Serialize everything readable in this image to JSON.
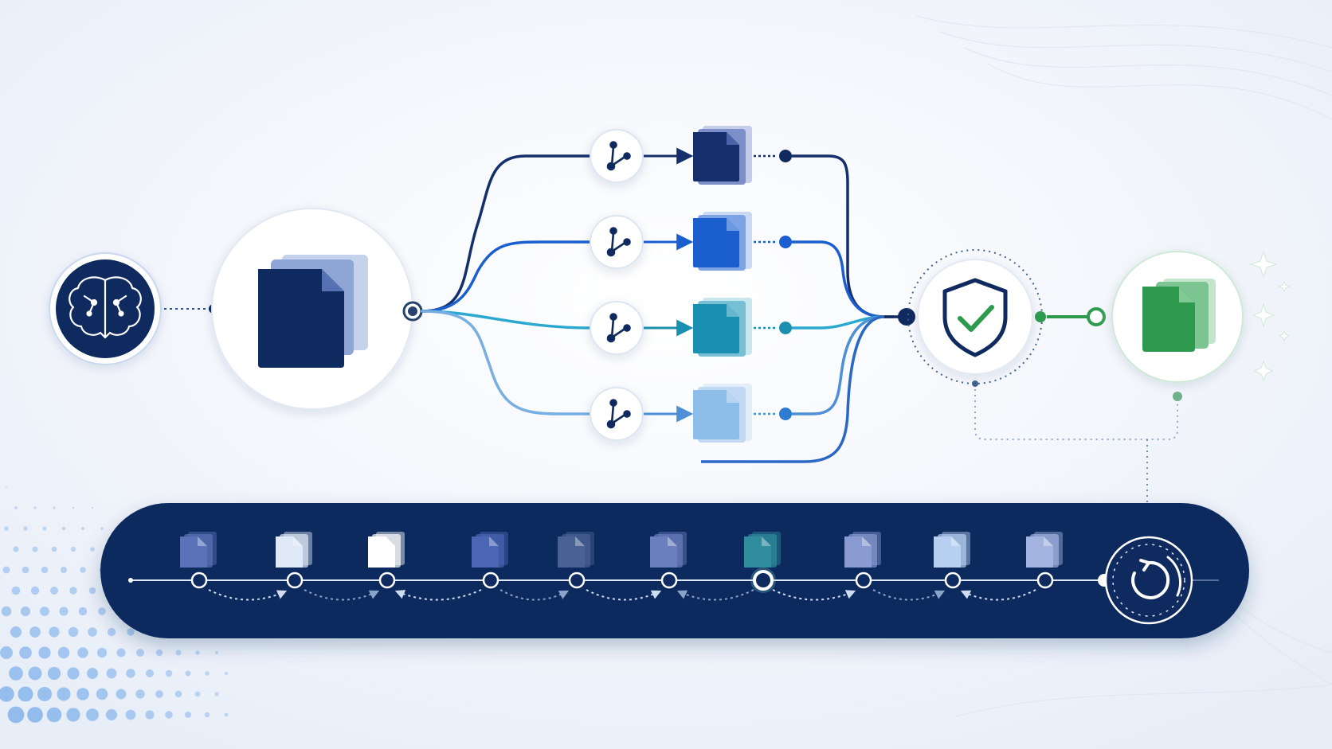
{
  "colors": {
    "background": "#f3f6fb",
    "navy": "#0f2a5e",
    "blue": "#1b5fcf",
    "teal": "#1a8fb0",
    "light_blue": "#6fa9df",
    "green": "#2e9a4e",
    "timeline_bar": "#0f2a5e",
    "highlight_ring": "#7fe0c8"
  },
  "source": {
    "icon": "brain-icon"
  },
  "document": {
    "icon": "document-stack-icon"
  },
  "branches": [
    {
      "id": "branch-1",
      "icon": "branch-fork-icon",
      "doc_color": "#142f6b"
    },
    {
      "id": "branch-2",
      "icon": "branch-fork-icon",
      "doc_color": "#1b5fcf"
    },
    {
      "id": "branch-3",
      "icon": "branch-fork-icon",
      "doc_color": "#1a8fb0"
    },
    {
      "id": "branch-4",
      "icon": "branch-fork-icon",
      "doc_color": "#8dbde9"
    }
  ],
  "validator": {
    "icon": "shield-check-icon"
  },
  "output": {
    "icon": "green-document-icon"
  },
  "timeline": {
    "icon": "undo-history-icon",
    "active_index": 6,
    "versions": [
      {
        "color": "#5a73b8"
      },
      {
        "color": "#dfe9f7"
      },
      {
        "color": "#ffffff"
      },
      {
        "color": "#4b66b4"
      },
      {
        "color": "#4a6193"
      },
      {
        "color": "#6b7fbf"
      },
      {
        "color": "#2f8d9e"
      },
      {
        "color": "#8a9bd1"
      },
      {
        "color": "#b7d0f1"
      },
      {
        "color": "#a4b4e1"
      }
    ]
  }
}
